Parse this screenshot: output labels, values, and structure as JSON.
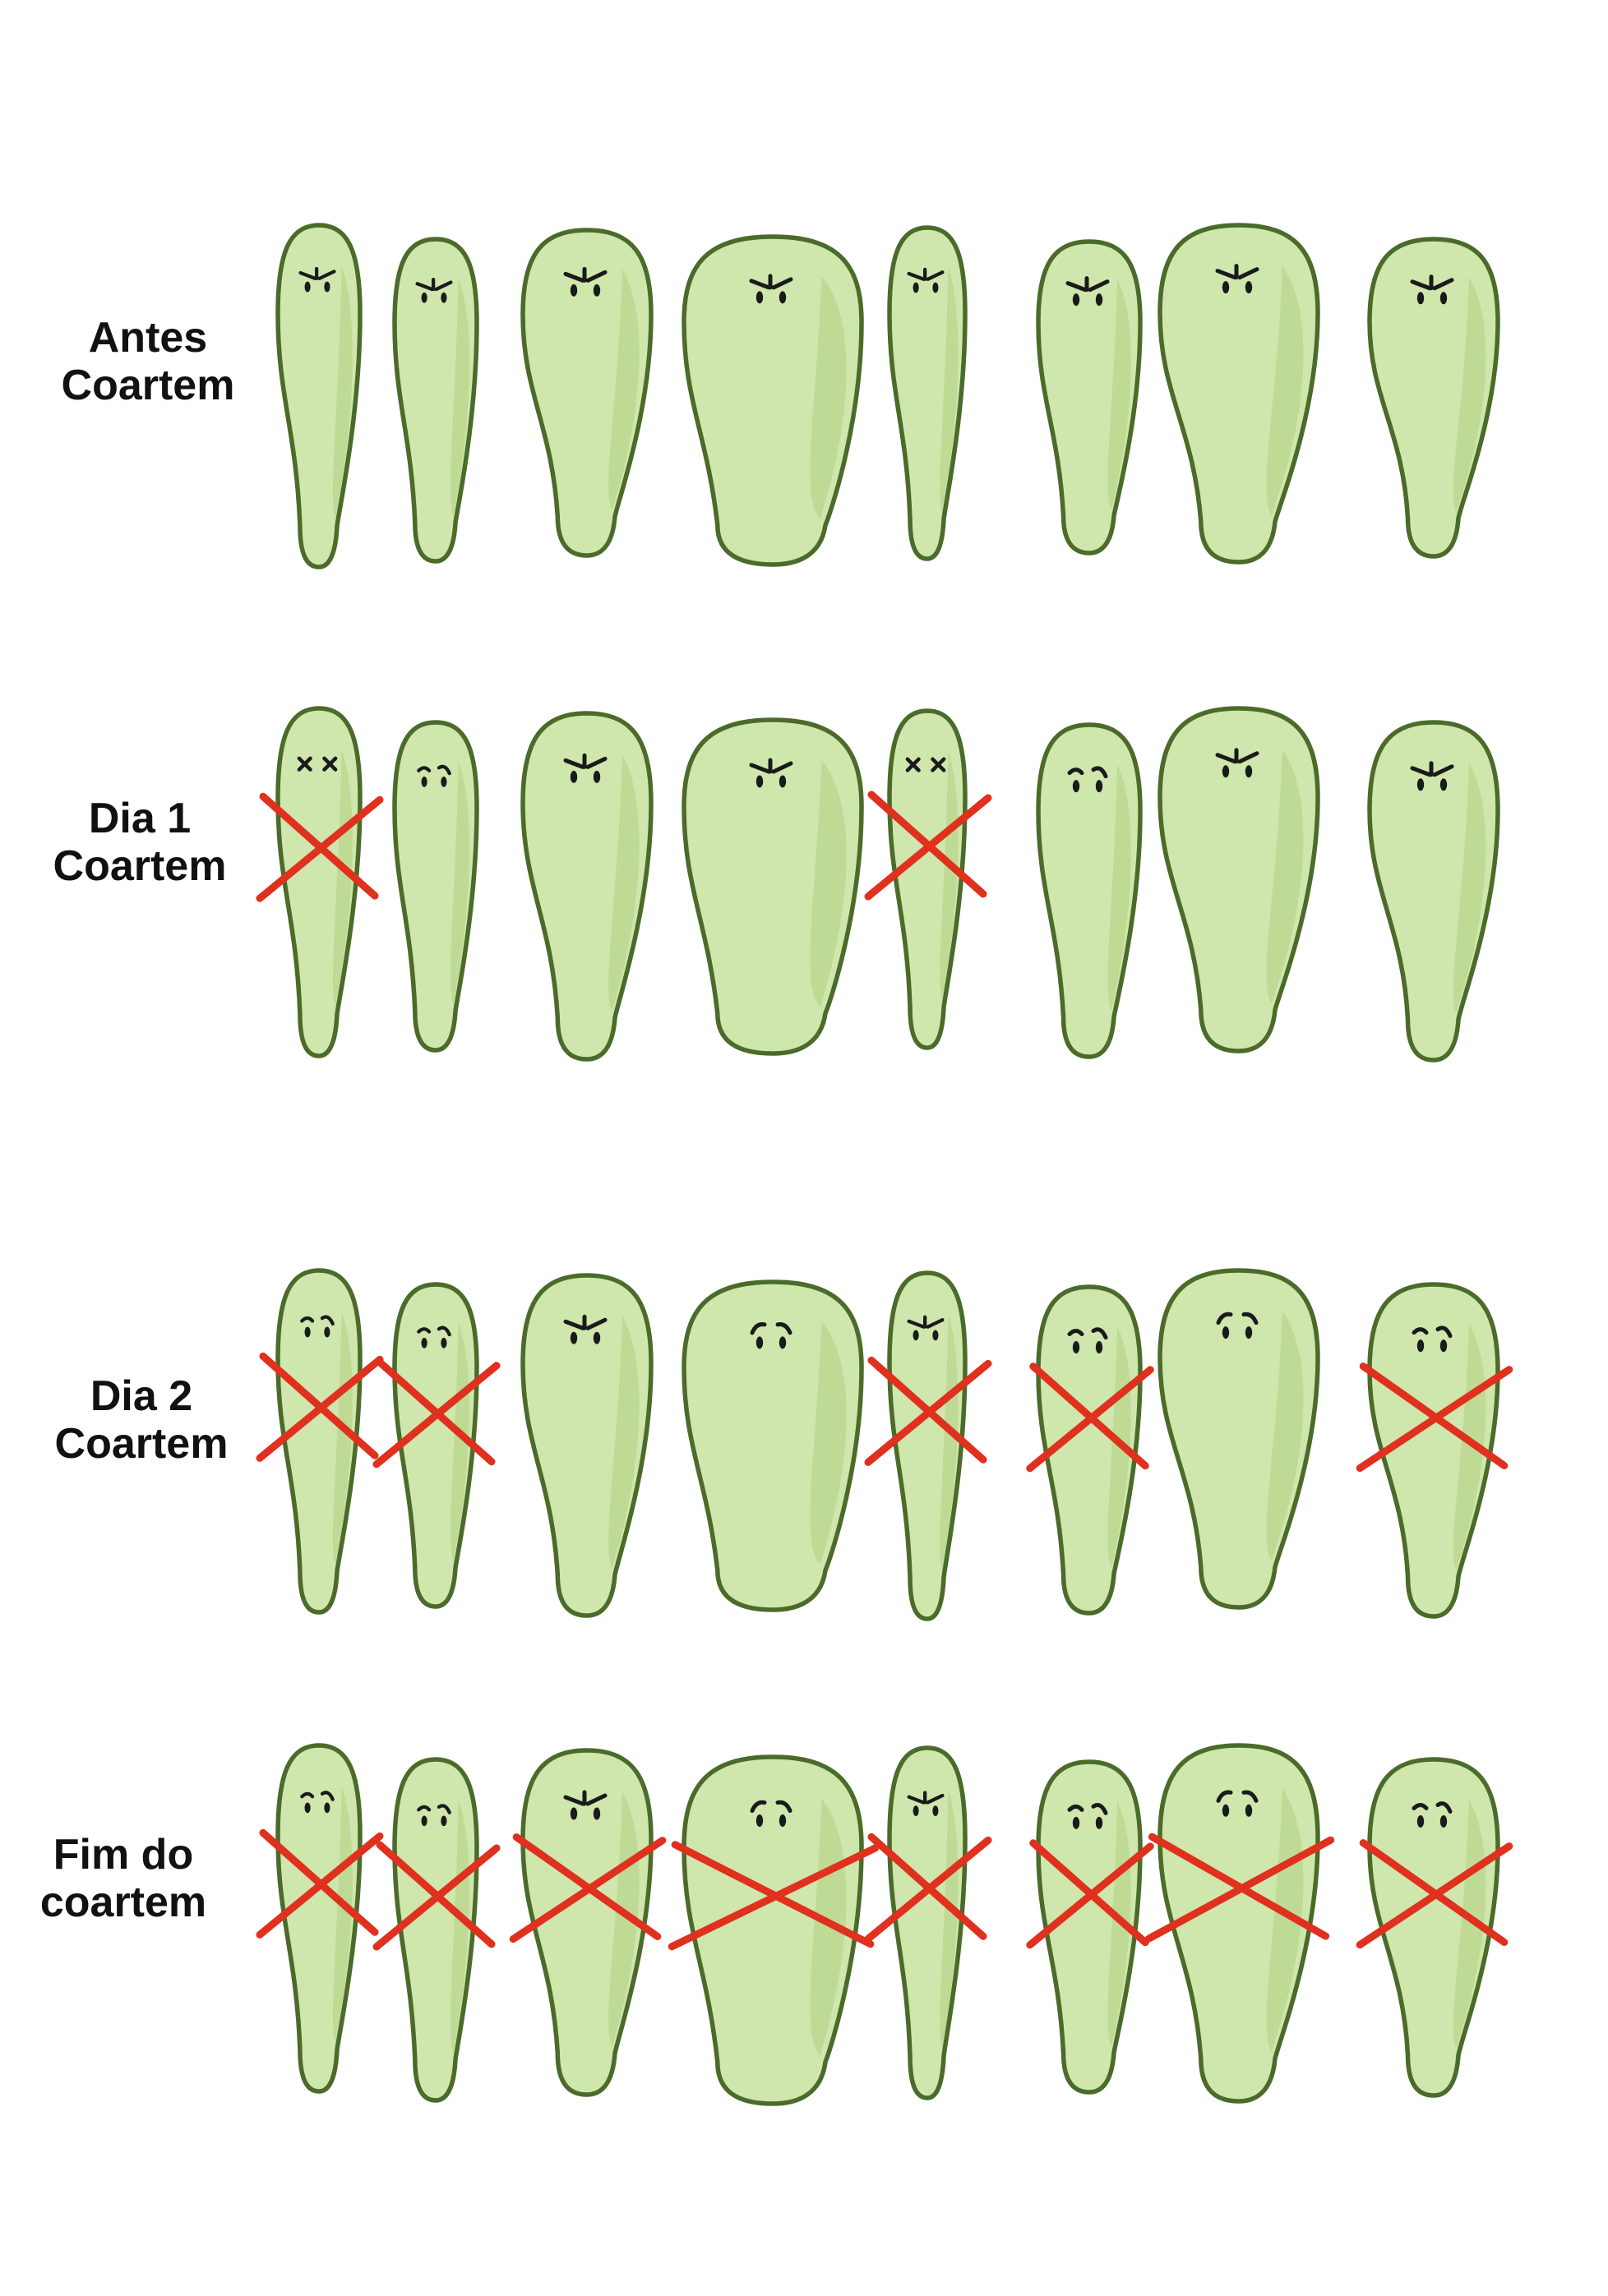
{
  "colors": {
    "cell_fill": "#cfe6ad",
    "cell_shade": "#b9d68e",
    "cell_outline": "#4b6b2a",
    "cross": "#e0301e",
    "face": "#1a1a1a"
  },
  "rows": [
    {
      "id": "antes",
      "label": [
        "Antes",
        "Coartem"
      ],
      "cells": [
        {
          "face": "angry",
          "crossed": false
        },
        {
          "face": "angry",
          "crossed": false
        },
        {
          "face": "angry",
          "crossed": false
        },
        {
          "face": "angry",
          "crossed": false
        },
        {
          "face": "angry",
          "crossed": false
        },
        {
          "face": "angry",
          "crossed": false
        },
        {
          "face": "angry",
          "crossed": false
        },
        {
          "face": "angry",
          "crossed": false
        }
      ]
    },
    {
      "id": "dia1",
      "label": [
        "Dia 1",
        "Coartem"
      ],
      "cells": [
        {
          "face": "dead",
          "crossed": true
        },
        {
          "face": "worried",
          "crossed": false
        },
        {
          "face": "angry",
          "crossed": false
        },
        {
          "face": "angry",
          "crossed": false
        },
        {
          "face": "dead",
          "crossed": true
        },
        {
          "face": "worried",
          "crossed": false
        },
        {
          "face": "angry",
          "crossed": false
        },
        {
          "face": "angry",
          "crossed": false
        }
      ]
    },
    {
      "id": "dia2",
      "label": [
        "Dia 2",
        "Coartem"
      ],
      "cells": [
        {
          "face": "worried",
          "crossed": true
        },
        {
          "face": "worried",
          "crossed": true
        },
        {
          "face": "angry",
          "crossed": false
        },
        {
          "face": "sad",
          "crossed": false
        },
        {
          "face": "angry",
          "crossed": true
        },
        {
          "face": "worried",
          "crossed": true
        },
        {
          "face": "sad",
          "crossed": false
        },
        {
          "face": "worried",
          "crossed": true
        }
      ]
    },
    {
      "id": "fim",
      "label": [
        "Fim do",
        "coartem"
      ],
      "cells": [
        {
          "face": "worried",
          "crossed": true
        },
        {
          "face": "worried",
          "crossed": true
        },
        {
          "face": "angry",
          "crossed": true
        },
        {
          "face": "sad",
          "crossed": true
        },
        {
          "face": "angry",
          "crossed": true
        },
        {
          "face": "worried",
          "crossed": true
        },
        {
          "face": "sad",
          "crossed": true
        },
        {
          "face": "worried",
          "crossed": true
        }
      ]
    }
  ]
}
